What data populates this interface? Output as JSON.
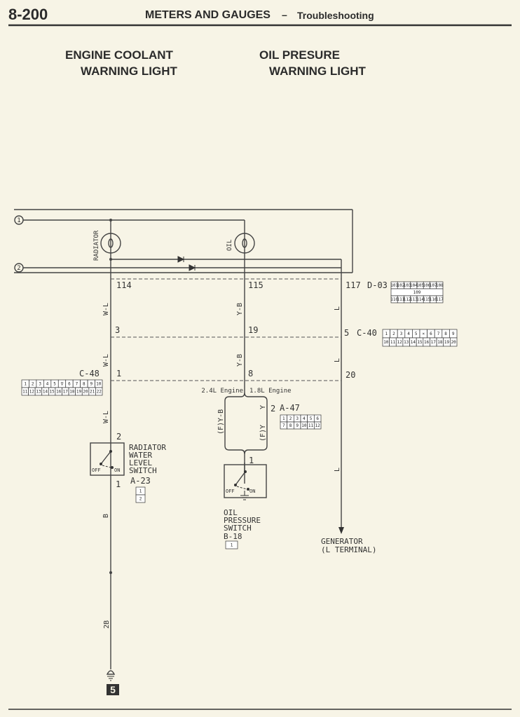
{
  "header": {
    "page_number": "8-200",
    "section": "METERS AND GAUGES",
    "dash": "–",
    "subsection": "Troubleshooting"
  },
  "headings": {
    "coolant_line1": "ENGINE COOLANT",
    "coolant_line2": "WARNING LIGHT",
    "oil_line1": "OIL PRESURE",
    "oil_line2": "WARNING LIGHT"
  },
  "terminals": {
    "t1": "1",
    "t2": "2"
  },
  "lamps": {
    "radiator": "RADIATOR",
    "oil": "OIL"
  },
  "pins": {
    "p114": "114",
    "p115": "115",
    "p117": "117",
    "p3": "3",
    "p19": "19",
    "p5": "5",
    "p1": "1",
    "p8": "8",
    "p20": "20",
    "sw_rad_top": "2",
    "sw_rad_bot": "1",
    "a47_pin": "2",
    "oil_sw_pin": "1"
  },
  "wires": {
    "wl1": "W-L",
    "wl2": "W-L",
    "wl3": "W-L",
    "yb1": "Y-B",
    "yb2": "Y-B",
    "l1": "L",
    "l2": "L",
    "l3": "L",
    "b": "B",
    "b2": "2B",
    "fyb": "(F)Y-B",
    "y": "Y",
    "fy": "(F)Y"
  },
  "engines": {
    "left": "2.4L Engine",
    "right": "1.8L Engine"
  },
  "connectors": {
    "d03": {
      "label": "D-03",
      "rows": [
        [
          "101",
          "102",
          "103",
          "104",
          "105",
          "106",
          "107",
          "108"
        ],
        [
          "109"
        ],
        [
          "110",
          "111",
          "112",
          "113",
          "114",
          "115",
          "116",
          "117"
        ]
      ]
    },
    "c40": {
      "label": "C-40",
      "rows": [
        [
          "1",
          "2",
          "3",
          "4",
          "5",
          "×",
          "6",
          "7",
          "8",
          "9"
        ],
        [
          "10",
          "11",
          "12",
          "13",
          "14",
          "15",
          "16",
          "17",
          "18",
          "19",
          "20"
        ]
      ]
    },
    "c48": {
      "label": "C-48",
      "rows": [
        [
          "1",
          "2",
          "3",
          "4",
          "5",
          "∇",
          "6",
          "7",
          "8",
          "9",
          "10"
        ],
        [
          "11",
          "12",
          "13",
          "14",
          "15",
          "16",
          "17",
          "18",
          "19",
          "20",
          "21",
          "22"
        ]
      ]
    },
    "a47": {
      "label": "A-47",
      "rows": [
        [
          "1",
          "2",
          "3",
          "4",
          "5",
          "6"
        ],
        [
          "7",
          "8",
          "9",
          "10",
          "11",
          "12"
        ]
      ]
    },
    "a23": {
      "label": "A-23",
      "rows": [
        [
          "1"
        ],
        [
          "2"
        ]
      ]
    },
    "b18": {
      "label": "B-18",
      "rows": [
        [
          "1"
        ]
      ]
    }
  },
  "components": {
    "rad_switch": [
      "RADIATOR",
      "WATER",
      "LEVEL",
      "SWITCH"
    ],
    "oil_switch": [
      "OIL",
      "PRESSURE",
      "SWITCH"
    ],
    "switch_off": "OFF",
    "switch_on": "ON",
    "generator": [
      "GENERATOR",
      "(L TERMINAL)"
    ],
    "ground_number": "5"
  }
}
